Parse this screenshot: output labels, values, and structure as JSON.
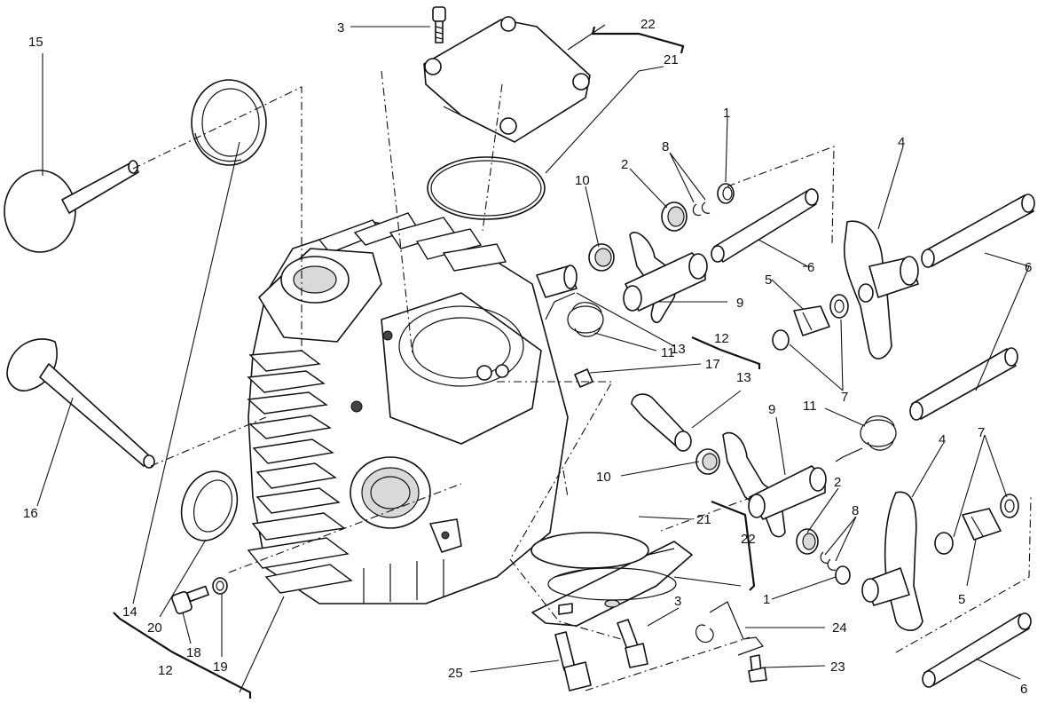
{
  "callouts": {
    "c1a": "1",
    "c1b": "1",
    "c2a": "2",
    "c2b": "2",
    "c3a": "3",
    "c3b": "3",
    "c4a": "4",
    "c4b": "4",
    "c5a": "5",
    "c5b": "5",
    "c6a": "6",
    "c6b": "6",
    "c6c": "6",
    "c7a": "7",
    "c7b": "7",
    "c8a": "8",
    "c8b": "8",
    "c9a": "9",
    "c9b": "9",
    "c10a": "10",
    "c10b": "10",
    "c11a": "11",
    "c11b": "11",
    "c12a": "12",
    "c12b": "12",
    "c13a": "13",
    "c13b": "13",
    "c14": "14",
    "c15": "15",
    "c16": "16",
    "c17": "17",
    "c18": "18",
    "c19": "19",
    "c20": "20",
    "c21a": "21",
    "c21b": "21",
    "c22a": "22",
    "c22b": "22",
    "c23": "23",
    "c24": "24",
    "c25": "25"
  }
}
